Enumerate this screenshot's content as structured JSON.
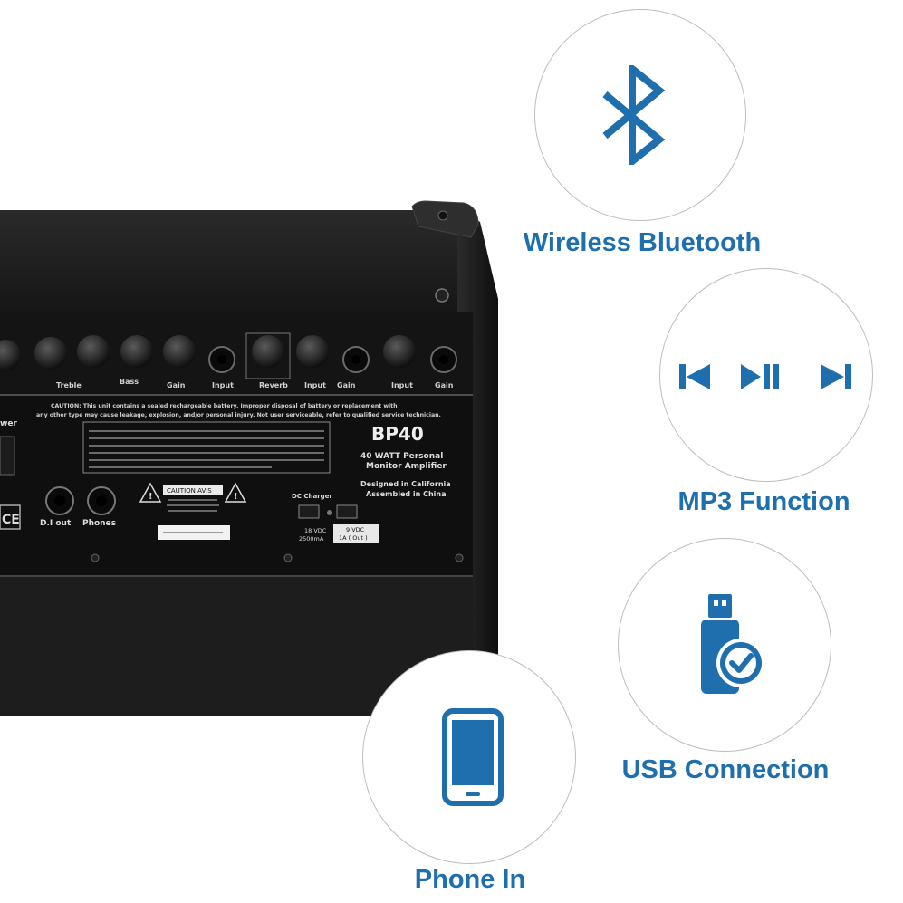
{
  "features": {
    "bluetooth": {
      "label": "Wireless Bluetooth",
      "icon": "bluetooth-icon"
    },
    "mp3": {
      "label": "MP3 Function",
      "icon": "media-controls-icon"
    },
    "usb": {
      "label": "USB Connection",
      "icon": "usb-check-icon"
    },
    "phone": {
      "label": "Phone In",
      "icon": "smartphone-icon"
    }
  },
  "amp": {
    "model": "BP40",
    "power_line": "40  WATT Personal",
    "subtitle": "Monitor Amplifier",
    "designed": "Designed in California",
    "assembled": "Assembled in China",
    "dc_charger": "DC Charger",
    "jack_di": "D.I out",
    "jack_phones": "Phones",
    "caution_top": "CAUTION: This unit contains a sealed rechargeable battery. Improper disposal of battery or replacement with",
    "caution_bottom": "any other type may cause leakage, explosion, and/or personal injury. Not user serviceable, refer to qualified service technician.",
    "caution_label": "CAUTION  AVIS",
    "spec_in": "18 VDC",
    "spec_in_current": "2500mA",
    "spec_out": "9 VDC",
    "spec_out_current": "1A ( Out )",
    "ce_mark": "CE",
    "power_label": "wer",
    "knobs": [
      "Treble",
      "Bass",
      "Gain",
      "Input",
      "Reverb",
      "Input",
      "Gain",
      "Input",
      "Gain"
    ]
  },
  "colors": {
    "accent": "#1f6fae",
    "amp_body": "#1b1b1b",
    "circle_border": "#bdbdbd"
  }
}
